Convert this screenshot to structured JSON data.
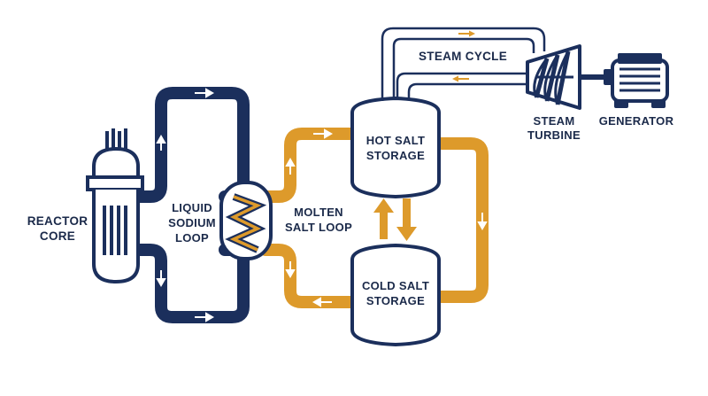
{
  "labels": {
    "reactor_line1": "REACTOR",
    "reactor_line2": "CORE",
    "sodium_line1": "LIQUID",
    "sodium_line2": "SODIUM",
    "sodium_line3": "LOOP",
    "salt_line1": "MOLTEN",
    "salt_line2": "SALT LOOP",
    "hot_line1": "HOT SALT",
    "hot_line2": "STORAGE",
    "cold_line1": "COLD SALT",
    "cold_line2": "STORAGE",
    "steam_cycle": "STEAM CYCLE",
    "turbine_line1": "STEAM",
    "turbine_line2": "TURBINE",
    "generator": "GENERATOR"
  },
  "colors": {
    "navy": "#1b2f5c",
    "gold": "#dd9a2b",
    "background": "#ffffff"
  }
}
